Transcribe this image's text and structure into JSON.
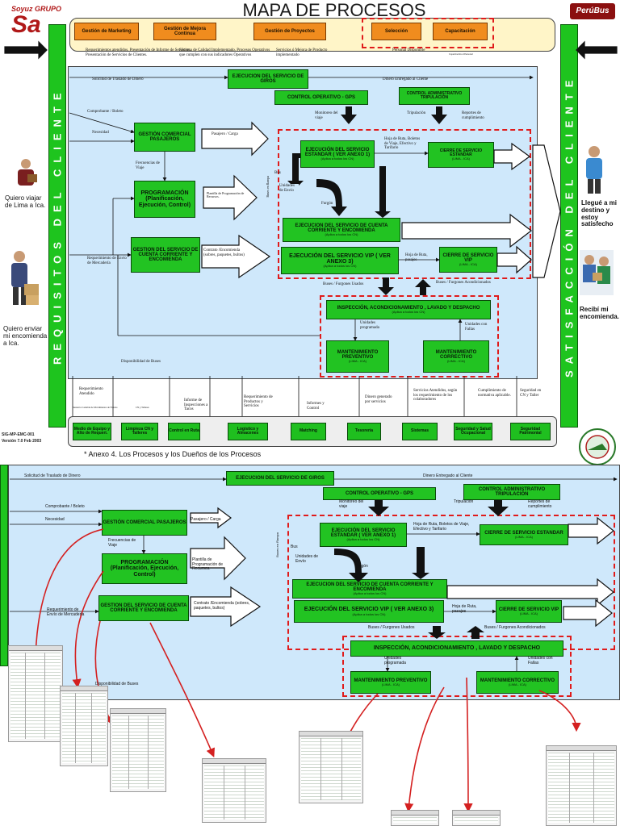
{
  "header": {
    "title": "MAPA DE PROCESOS",
    "logo_left_top": "Soyuz GRUPO",
    "logo_left_main": "Sa",
    "logo_right": "PerúBus"
  },
  "top_processes": [
    "Gestión de Marketing",
    "Gestión de Mejora Continua",
    "Gestión de Proyectos",
    "Selección",
    "Capacitación"
  ],
  "top_notes": {
    "n1": "Requerimientos atendidos. Presentación de Informe de Servicios. Presentación de Servicios de Clientes.",
    "n2": "Sistema de Calidad Implementado. Procesos Operativos que cumplen con sus indicadores Operativos",
    "n3": "Servicios ó Mejora de Producto implementado",
    "n4": "Personal Disponible",
    "n5": "Capacitación al Personal"
  },
  "sidebars": {
    "left": "REQUISITOS DEL CLIENTE",
    "right": "SATISFACCIÓN DEL CLIENTE"
  },
  "customers": {
    "left1": "Quiero viajar de Lima a Ica.",
    "left2": "Quiero enviar mi encomienda a Ica.",
    "right1": "Llegué a mi destino y estoy satisfecho",
    "right2": "Recibí mi encomienda."
  },
  "main": {
    "giros": "EJECUCION DEL SERVICIO DE GIROS",
    "control_gps": "CONTROL OPERATIVO - GPS",
    "control_admin": "CONTROL ADMINISTRATIVO TRIPULACIÓN",
    "gestion_comercial": "GESTIÓN COMERCIAL PASAJEROS",
    "programacion": "PROGRAMACIÓN (Planificación, Ejecución, Control)",
    "gestion_encomienda": "GESTION DEL SERVICIO DE CUENTA CORRIENTE Y ENCOMIENDA",
    "ejec_estandar": "EJECUCIÓN DEL SERVICIO ESTANDAR ( VER ANEXO 1)",
    "ejec_estandar_sub": "(Aplica a todos los CN)",
    "cierre_estandar": "CIERRE DE SERVICIO ESTANDAR",
    "cierre_estandar_sub": "(LIMA - ICA)",
    "ejec_cuenta": "EJECUCION DEL SERVICIO DE CUENTA CORRIENTE Y ENCOMIENDA",
    "ejec_cuenta_sub": "(Aplica a todos los CN)",
    "ejec_vip": "EJECUCIÓN DEL SERVICIO VIP ( VER ANEXO 3)",
    "ejec_vip_sub": "(Aplica a todos los CN)",
    "cierre_vip": "CIERRE DE SERVICIO VIP",
    "cierre_vip_sub": "(LIMA - ICA)",
    "inspeccion": "INSPECCIÓN, ACONDICIONAMIENTO , LAVADO Y DESPACHO",
    "inspeccion_sub": "(Aplica a todos los CN)",
    "mant_prev": "MANTENIMIENTO PREVENTIVO",
    "mant_prev_sub": "(LIMA - ICA)",
    "mant_corr": "MANTENIMIENTO CORRECTIVO",
    "mant_corr_sub": "(LIMA - ICA)"
  },
  "labels": {
    "solicitud": "Solicitud de Traslado de Dinero",
    "dinero": "Dinero Entregado al Cliente",
    "comprobante": "Comprobante / Boleto",
    "necesidad": "Necesidad",
    "pasajero": "Pasajero / Carga",
    "frecuencias": "Frecuencias de Viaje",
    "plantilla": "Plantilla de Programación de Recursos.",
    "requerimiento_envio": "Requerimiento de Envío de Mercadería",
    "contrato": "Contrato /Encomienda (sobres, paquetes, bultos)",
    "monitoreo": "Monitoreo del viaje",
    "tripulacion": "Tripulación",
    "reportes": "Reportes de cumplimiento",
    "hoja_ruta": "Hoja de Ruta, Boletos de Viaje, Efectivo y Tarifario",
    "hoja_ruta_vip": "Hoja de Ruta, pasajes",
    "bus": "Bus",
    "unidades_envio": "Unidades de Envío",
    "furgon": "Furgón",
    "buses_rampa": "Buses en Rampa",
    "buses_usados": "Buses / Furgones Usados",
    "buses_acond": "Buses / Furgones Acondicionados",
    "unidades_prog": "Unidades programada",
    "unidades_fallas": "Unidades con Fallas",
    "disponibilidad": "Disponibilidad de Buses",
    "req_atendido": "Requerimiento Atendido",
    "sust_nota": "Sustento Contable de Movimientos de Fondos",
    "cn_talleres": "CN y Talleres",
    "informe_insp": "Informe de Inspecciones a Tacos",
    "req_productos": "Requerimiento de Productos y Servicios",
    "informes_control": "Informes y Control",
    "dinero_generado": "Dinero generado por servicios",
    "servicios_atendidos": "Servicios Atendidos, según los requerimiento de los colaboradores",
    "cumplimiento": "Cumplimiento de normativa aplicable.",
    "seguridad_cn": "Seguridad en CN y Taller"
  },
  "support_processes": [
    "Medio de Equipo y Alto de Requeri.",
    "Limpieza CN y Talleres",
    "Control en Ruta",
    "Logístico y Almacenes",
    "Matching",
    "Tesorería",
    "Sistemas",
    "Seguridad y Salud Ocupacional",
    "Seguridad Patrimonial"
  ],
  "doc_code": {
    "code": "SIG-MP-EMC-001",
    "version": "Versión 7.0 Feb 2003"
  },
  "caption": "* Anexo 4. Los Procesos y los Dueños de los Procesos",
  "colors": {
    "green": "#22c322",
    "orange": "#f08c1e",
    "panel": "#cfe8fb",
    "dashed": "#e01b1b",
    "yellow": "#fff5c8"
  }
}
